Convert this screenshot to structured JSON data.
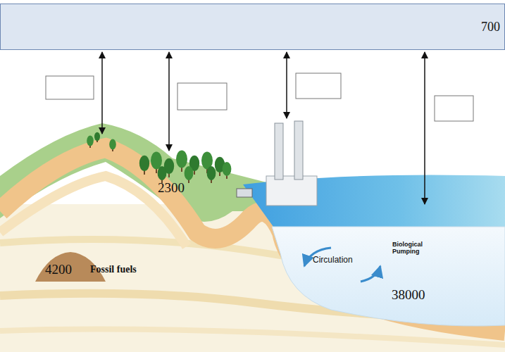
{
  "diagram": {
    "nodes": [
      {
        "text": [
          "700"
        ]
      }
    ],
    "labels": [
      "2300",
      "4200",
      "Fossil fuels",
      "Circulation",
      "Biological Pumping",
      "38000"
    ]
  }
}
